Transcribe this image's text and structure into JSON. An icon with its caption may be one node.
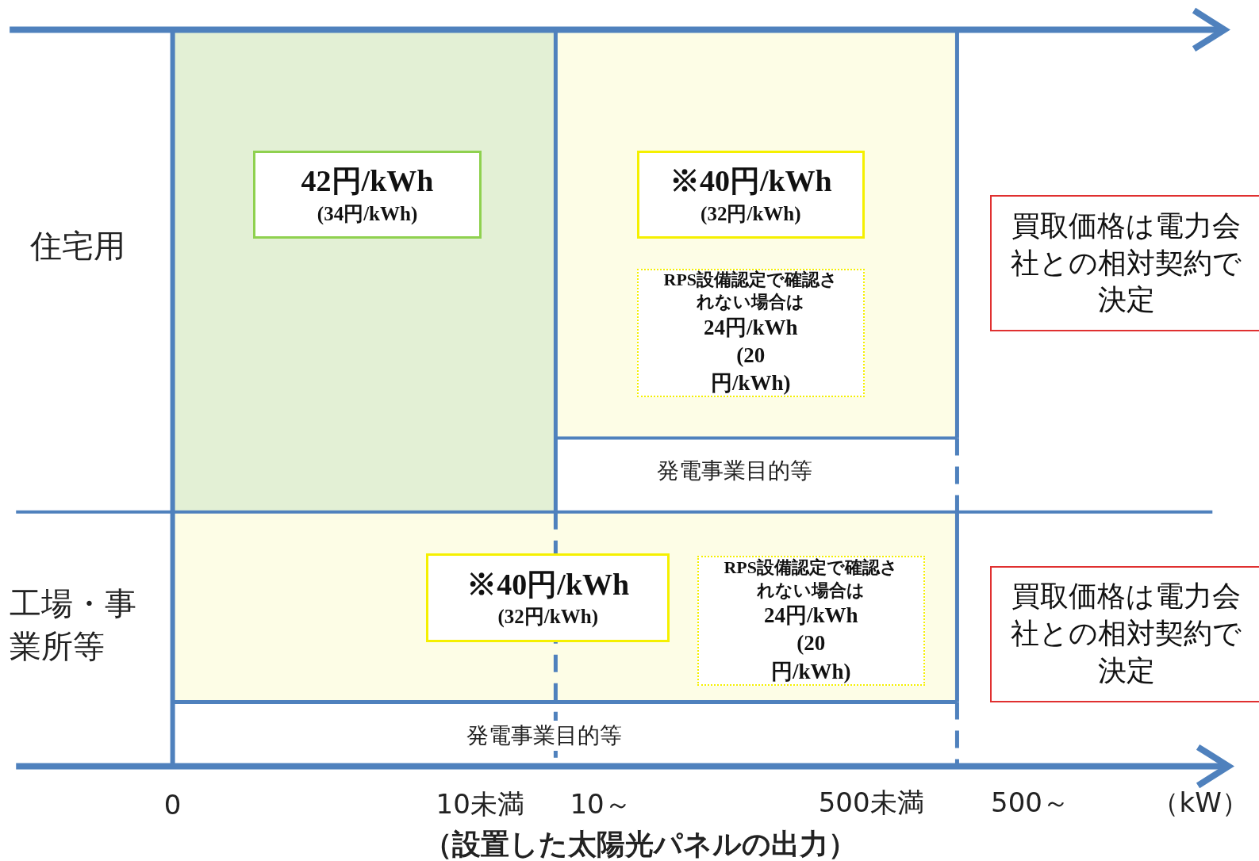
{
  "diagram": {
    "nodes": [
      {
        "text": [],
        "shape": "box"
      },
      {
        "text": [
          "42円/kWh",
          "(34円/kWh)"
        ],
        "in": 0
      },
      {
        "text": [],
        "shape": "box"
      },
      {
        "text": [
          "※40円/kWh",
          "(32円/kWh)"
        ],
        "in": 2
      },
      {
        "text": [
          "RPS設備認定で確認されない場合は",
          "24円/kWh (20円/kWh)"
        ],
        "in": 2
      },
      {
        "text": [
          "買取価格は電力会社との相対契約で決定"
        ]
      },
      {
        "text": [],
        "shape": "box"
      },
      {
        "text": [
          "※40円/kWh",
          "(32円/kWh)"
        ],
        "in": 6
      },
      {
        "text": [
          "RPS設備認定で確認されない場合は",
          "24円/kWh (20円/kWh)"
        ],
        "in": 6
      },
      {
        "text": [
          "買取価格は電力会社との相対契約で決定"
        ]
      }
    ],
    "labels": [
      "住宅用",
      "発電事業目的等",
      "工場・事業所等",
      "発電事業目的等",
      "0",
      "10未満",
      "10～",
      "500未満",
      "500～",
      "（kW）",
      "（設置した太陽光パネルの出力）"
    ]
  }
}
